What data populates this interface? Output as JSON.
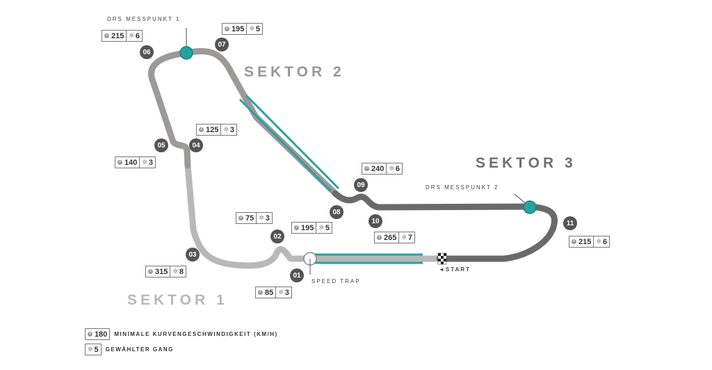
{
  "colors": {
    "sector1": "#b8b8b8",
    "sector2": "#9c9999",
    "sector3": "#6a6a6a",
    "drs_zone": "#25a3a0",
    "turn_badge": "#545454"
  },
  "sectors": {
    "sektor1": "SEKTOR 1",
    "sektor2": "SEKTOR 2",
    "sektor3": "SEKTOR 3"
  },
  "labels": {
    "drs1": "DRS MESSPUNKT 1",
    "drs2": "DRS MESSPUNKT 2",
    "speed_trap": "SPEED TRAP",
    "start": "◄START"
  },
  "turns": [
    {
      "num": "01",
      "speed": "85",
      "gear": "3"
    },
    {
      "num": "02",
      "speed": "75",
      "gear": "3"
    },
    {
      "num": "03",
      "speed": "315",
      "gear": "8"
    },
    {
      "num": "04",
      "speed": "125",
      "gear": "3"
    },
    {
      "num": "05",
      "speed": "140",
      "gear": "3"
    },
    {
      "num": "06",
      "speed": "215",
      "gear": "6"
    },
    {
      "num": "07",
      "speed": "195",
      "gear": "5"
    },
    {
      "num": "08",
      "speed": "195",
      "gear": "5"
    },
    {
      "num": "09",
      "speed": "240",
      "gear": "6"
    },
    {
      "num": "10",
      "speed": "265",
      "gear": "7"
    },
    {
      "num": "11",
      "speed": "215",
      "gear": "6"
    }
  ],
  "legend": {
    "speed_value": "180",
    "speed_text": "MINIMALE KURVENGESCHWINDIGKEIT (KM/H)",
    "gear_value": "5",
    "gear_text": "GEWÄHLTER GANG"
  },
  "icons": {
    "speed": "speedometer-icon",
    "gear": "gear-icon",
    "finish": "checkered-flag-icon"
  }
}
